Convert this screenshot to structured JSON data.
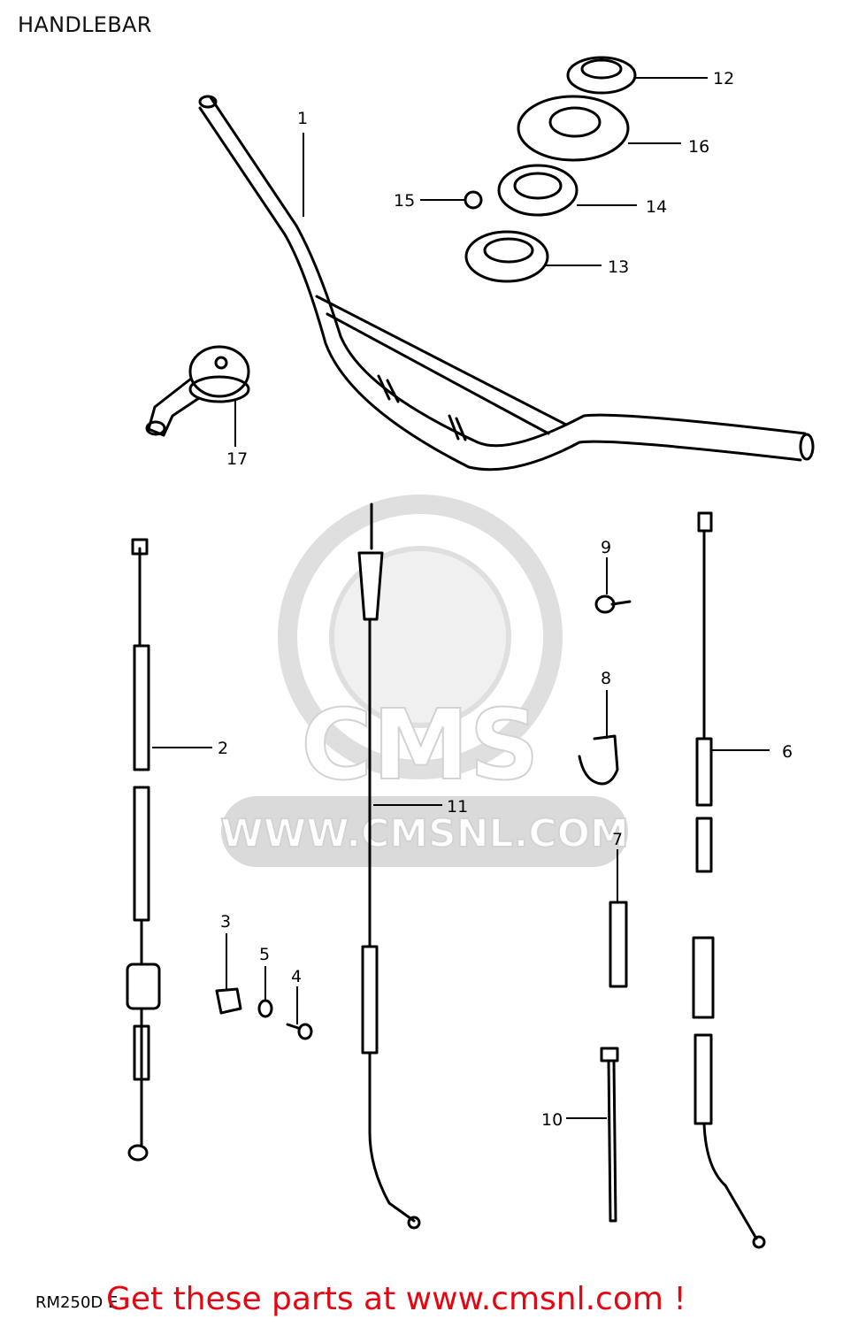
{
  "page": {
    "title": "HANDLEBAR"
  },
  "watermark": {
    "brand": "CMS",
    "url": "WWW.CMSNL.COM"
  },
  "footer": {
    "model_code": "RM250D E",
    "cta": "Get these parts at www.cmsnl.com !"
  },
  "callouts": [
    {
      "id": "1",
      "text": "1"
    },
    {
      "id": "2",
      "text": "2"
    },
    {
      "id": "3",
      "text": "3"
    },
    {
      "id": "4",
      "text": "4"
    },
    {
      "id": "5",
      "text": "5"
    },
    {
      "id": "6",
      "text": "6"
    },
    {
      "id": "7",
      "text": "7"
    },
    {
      "id": "8",
      "text": "8"
    },
    {
      "id": "9",
      "text": "9"
    },
    {
      "id": "10",
      "text": "10"
    },
    {
      "id": "11",
      "text": "11"
    },
    {
      "id": "12",
      "text": "12"
    },
    {
      "id": "13",
      "text": "13"
    },
    {
      "id": "14",
      "text": "14"
    },
    {
      "id": "15",
      "text": "15"
    },
    {
      "id": "16",
      "text": "16"
    },
    {
      "id": "17",
      "text": "17"
    }
  ],
  "colors": {
    "cta": "#e30613",
    "ink": "#000000",
    "watermark": "#d0d0d0"
  }
}
